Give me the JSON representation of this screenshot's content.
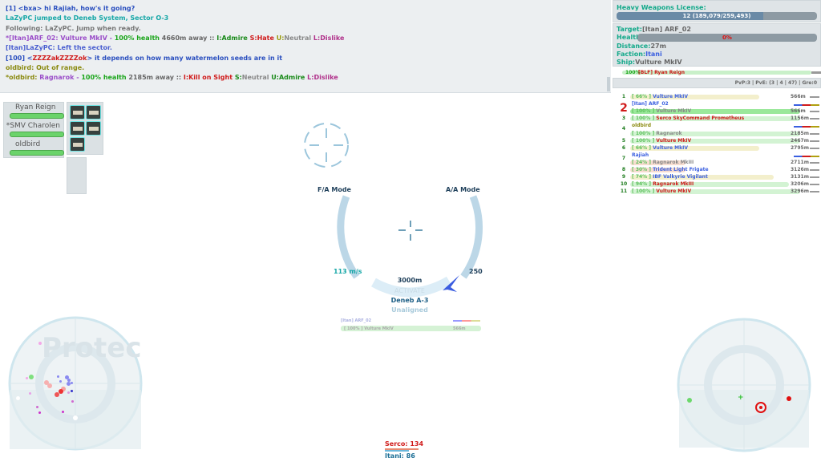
{
  "chat": [
    [
      {
        "t": "[1] <bxa> hi Rajiah, how's it going?",
        "c": "#2a4fbf"
      }
    ],
    [
      {
        "t": "LaZyPC jumped to Deneb System, Sector O-3",
        "c": "#16a7a7"
      }
    ],
    [
      {
        "t": "Following: LaZyPC. Jump when ready.",
        "c": "#777777"
      }
    ],
    [
      {
        "t": "*[Itan]ARF_02: ",
        "c": "#9b4fc9"
      },
      {
        "t": "Vulture MkIV - ",
        "c": "#9b4fc9"
      },
      {
        "t": "100% health ",
        "c": "#1aa51a"
      },
      {
        "t": "4660m away :: ",
        "c": "#666666"
      },
      {
        "t": "I:Admire ",
        "c": "#1a8a1a"
      },
      {
        "t": "S:Hate ",
        "c": "#d01a1a"
      },
      {
        "t": "U:",
        "c": "#9a9a10"
      },
      {
        "t": "Neutral ",
        "c": "#888888"
      },
      {
        "t": "L:Dislike",
        "c": "#b0308a"
      }
    ],
    [
      {
        "t": "[Itan]LaZyPC: Left the sector.",
        "c": "#4a5fd0"
      }
    ],
    [
      {
        "t": "[100] <",
        "c": "#2a4fbf"
      },
      {
        "t": "ZZZZakZZZZok",
        "c": "#d01a1a"
      },
      {
        "t": "> it depends on how many watermelon seeds are in it",
        "c": "#2a4fbf"
      }
    ],
    [
      {
        "t": "oldbird: Out of range.",
        "c": "#8a8a10"
      }
    ],
    [
      {
        "t": "*oldbird: ",
        "c": "#8a8a10"
      },
      {
        "t": "Ragnarok - ",
        "c": "#9b4fc9"
      },
      {
        "t": "100% health ",
        "c": "#1aa51a"
      },
      {
        "t": "2185m away :: ",
        "c": "#666666"
      },
      {
        "t": "I:Kill on Sight ",
        "c": "#d01a1a"
      },
      {
        "t": "S:",
        "c": "#1a8a1a"
      },
      {
        "t": "Neutral ",
        "c": "#888888"
      },
      {
        "t": "U:Admire ",
        "c": "#1a8a1a"
      },
      {
        "t": "L:Dislike",
        "c": "#b0308a"
      }
    ]
  ],
  "license": {
    "label": "Heavy Weapons License:",
    "value": "12 (189,079/259,493)",
    "progress": 0.73
  },
  "target": {
    "target_label": "Target:",
    "target": "[Itan] ARF_02",
    "health_label": "Health:",
    "health": "0%",
    "distance_label": "Distance:",
    "distance": "27m",
    "faction_label": "Faction:",
    "faction": "Itani",
    "ship_label": "Ship:",
    "ship": "Vulture MkIV"
  },
  "top_contact": {
    "health": "100%",
    "name": "[BLF] Ryan Reign"
  },
  "stats": "PvP:3 | PvE: (3 | 4 | 47) | Gre:0",
  "contacts": [
    {
      "n": "1",
      "h": "66%",
      "name": "Vulture MkIV",
      "c": "#3a5fe0",
      "d": "566m",
      "bar": "#f3efcc",
      "w": 0.7
    },
    {
      "header": "[Itan] ARF_02",
      "c": "#3a5fe0",
      "big": "2"
    },
    {
      "n": "",
      "h": "100%",
      "name": "Vulture MkIV",
      "c": "#888",
      "d": "566m",
      "bar": "#9be89b",
      "w": 0.92
    },
    {
      "n": "3",
      "h": "100%",
      "name": "Serco SkyCommand Prometheus",
      "c": "#d01a1a",
      "d": "1156m",
      "bar": "#d3f3d3",
      "w": 0.92
    },
    {
      "header": "oldbird",
      "c": "#8a8a10",
      "big": "4"
    },
    {
      "n": "",
      "h": "100%",
      "name": "Ragnarok",
      "c": "#888",
      "d": "2185m",
      "bar": "#d3f3d3",
      "w": 0.92
    },
    {
      "n": "5",
      "h": "100%",
      "name": "Vulture MkIV",
      "c": "#d01a1a",
      "d": "2467m",
      "bar": "#d3f3d3",
      "w": 0.92
    },
    {
      "n": "6",
      "h": "66%",
      "name": "Vulture MkIV",
      "c": "#3a5fe0",
      "d": "2795m",
      "bar": "#f3efcc",
      "w": 0.7
    },
    {
      "header": "Rajiah",
      "c": "#3a5fe0",
      "big": "7"
    },
    {
      "n": "",
      "h": "24%",
      "name": "Ragnarok MkIII",
      "c": "#888",
      "d": "2711m",
      "bar": "#f7ddd0",
      "w": 0.3
    },
    {
      "n": "8",
      "h": "30%",
      "name": "Trident Light Frigate",
      "c": "#3a5fe0",
      "d": "3126m",
      "bar": "#f7ddd0",
      "w": 0.3
    },
    {
      "n": "9",
      "h": "74%",
      "name": "IBF Valkyrie Vigilant",
      "c": "#3a5fe0",
      "d": "3131m",
      "bar": "#f3efcc",
      "w": 0.78
    },
    {
      "n": "10",
      "h": "94%",
      "name": "Ragnarok MkIII",
      "c": "#d01a1a",
      "d": "3206m",
      "bar": "#d3f3d3",
      "w": 0.86
    },
    {
      "n": "11",
      "h": "100%",
      "name": "Vulture MkIV",
      "c": "#d01a1a",
      "d": "3296m",
      "bar": "#d3f3d3",
      "w": 0.92
    }
  ],
  "group": [
    {
      "name": "Ryan Reign",
      "health": 1.0
    },
    {
      "name": "*SMV Charolen",
      "health": 1.0
    },
    {
      "name": "oldbird",
      "health": 1.0
    }
  ],
  "hud": {
    "fa_mode": "F/A Mode",
    "aa_mode": "A/A Mode",
    "speed": "113 m/s",
    "max_speed": "250",
    "range": "3000m",
    "activate": "ACTIVATE",
    "destination": "Deneb A-3",
    "alignment": "Unaligned",
    "mini_target": "[Itan] ARF_02",
    "mini_ship": "[ 100% ] Vulture MkIV",
    "mini_dist": "566m"
  },
  "radar": {
    "watermark": "Protec"
  },
  "score": {
    "serco": "Serco: 134",
    "itani": "Itani: 86"
  }
}
